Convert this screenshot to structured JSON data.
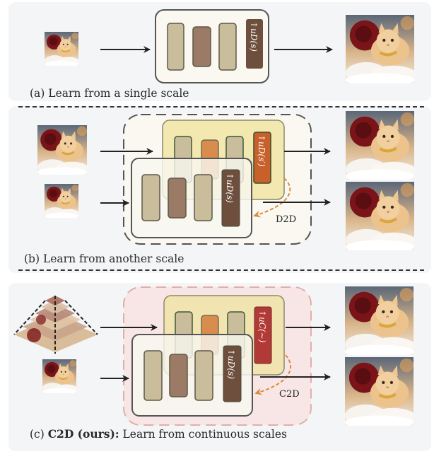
{
  "panels": [
    {
      "id": "a",
      "caption_prefix": "(a)",
      "caption_bold": "",
      "caption_text": "Learn from a single scale",
      "upsampler_labels": [
        "↑uD(s)"
      ]
    },
    {
      "id": "b",
      "caption_prefix": "(b)",
      "caption_bold": "",
      "caption_text": "Learn from another scale",
      "upsampler_labels": [
        "↑uD(s′)",
        "↑uD(s)"
      ],
      "distill_label": "D2D"
    },
    {
      "id": "c",
      "caption_prefix": "(c)",
      "caption_bold": "C2D (ours):",
      "caption_text": "Learn from continuous scales",
      "upsampler_labels": [
        "↑uC(∼)",
        "↑uD(s)"
      ],
      "distill_label": "C2D"
    }
  ],
  "colors": {
    "panel_bg": "#f4f5f7",
    "block_light": "#c9bd9c",
    "block_mid": "#9b7a66",
    "block_orange": "#d88c4e",
    "up_dark": "#6e4f3e",
    "up_orange": "#c8602c",
    "up_red": "#b23a36",
    "teacher_bg": "#f2e8b0",
    "student_bg": "#f8f6ef",
    "container_b": "#faf8f0",
    "container_c": "#f8e6e6",
    "distill_arrow": "#d98c3e"
  },
  "icons": {
    "input_image": "cat-with-rose-image",
    "output_image": "cat-with-rose-image",
    "pyramid": "image-pyramid-icon",
    "arrow": "arrow-right-icon"
  }
}
